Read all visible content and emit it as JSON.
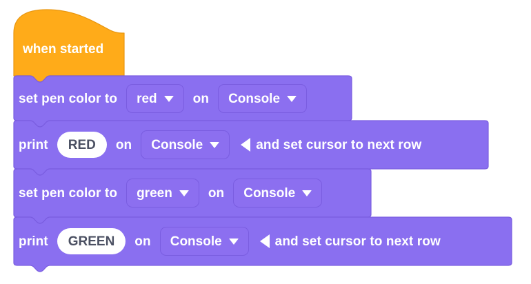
{
  "workspace": {
    "background_color": "#ffffff",
    "block_fill": "#8a6ff0",
    "block_stroke": "#7a5de0",
    "hat_fill": "#ffab19",
    "hat_stroke": "#e8960f",
    "field_fill": "#8c6ff0",
    "field_stroke": "#7a5de0",
    "text_color": "#ffffff",
    "pill_fill": "#ffffff",
    "pill_text_color": "#4b5062"
  },
  "hat_block": {
    "label": "when started",
    "icon": "hat-block-shape"
  },
  "blocks": [
    {
      "id": "set-pen-color-red",
      "type": "set-pen-color",
      "parts": {
        "label": "set pen color to",
        "color_value": "red",
        "connector": "on",
        "target_value": "Console",
        "caret": "chevron-down-icon"
      }
    },
    {
      "id": "print-red",
      "type": "print",
      "parts": {
        "label": "print",
        "text_value": "RED",
        "connector": "on",
        "target_value": "Console",
        "caret": "chevron-down-icon",
        "arrow": "triangle-left-icon",
        "suffix": "and set cursor to next row"
      }
    },
    {
      "id": "set-pen-color-green",
      "type": "set-pen-color",
      "parts": {
        "label": "set pen color to",
        "color_value": "green",
        "connector": "on",
        "target_value": "Console",
        "caret": "chevron-down-icon"
      }
    },
    {
      "id": "print-green",
      "type": "print",
      "parts": {
        "label": "print",
        "text_value": "GREEN",
        "connector": "on",
        "target_value": "Console",
        "caret": "chevron-down-icon",
        "arrow": "triangle-left-icon",
        "suffix": "and set cursor to next row"
      }
    }
  ]
}
